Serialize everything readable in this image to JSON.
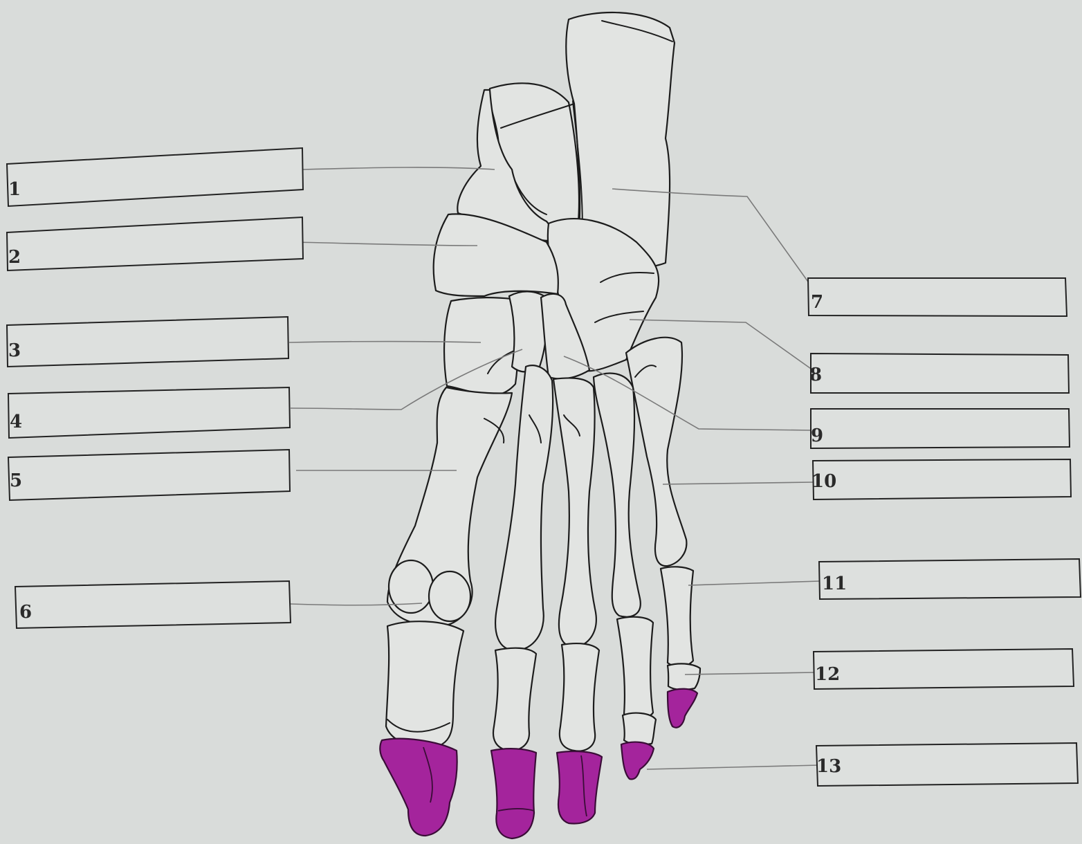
{
  "diagram": {
    "labels": [
      {
        "id": 1,
        "text": "1"
      },
      {
        "id": 2,
        "text": "2"
      },
      {
        "id": 3,
        "text": "3"
      },
      {
        "id": 4,
        "text": "4"
      },
      {
        "id": 5,
        "text": "5"
      },
      {
        "id": 6,
        "text": "6"
      },
      {
        "id": 7,
        "text": "7"
      },
      {
        "id": 8,
        "text": "8"
      },
      {
        "id": 9,
        "text": "9"
      },
      {
        "id": 10,
        "text": "10"
      },
      {
        "id": 11,
        "text": "11"
      },
      {
        "id": 12,
        "text": "12"
      },
      {
        "id": 13,
        "text": "13"
      }
    ],
    "colors": {
      "background": "#d9dcda",
      "bone_fill": "#e2e4e2",
      "bone_outline": "#1c1c1c",
      "distal_phalanx_highlight": "#a4249c",
      "leader_line": "#7a7a7a"
    }
  }
}
